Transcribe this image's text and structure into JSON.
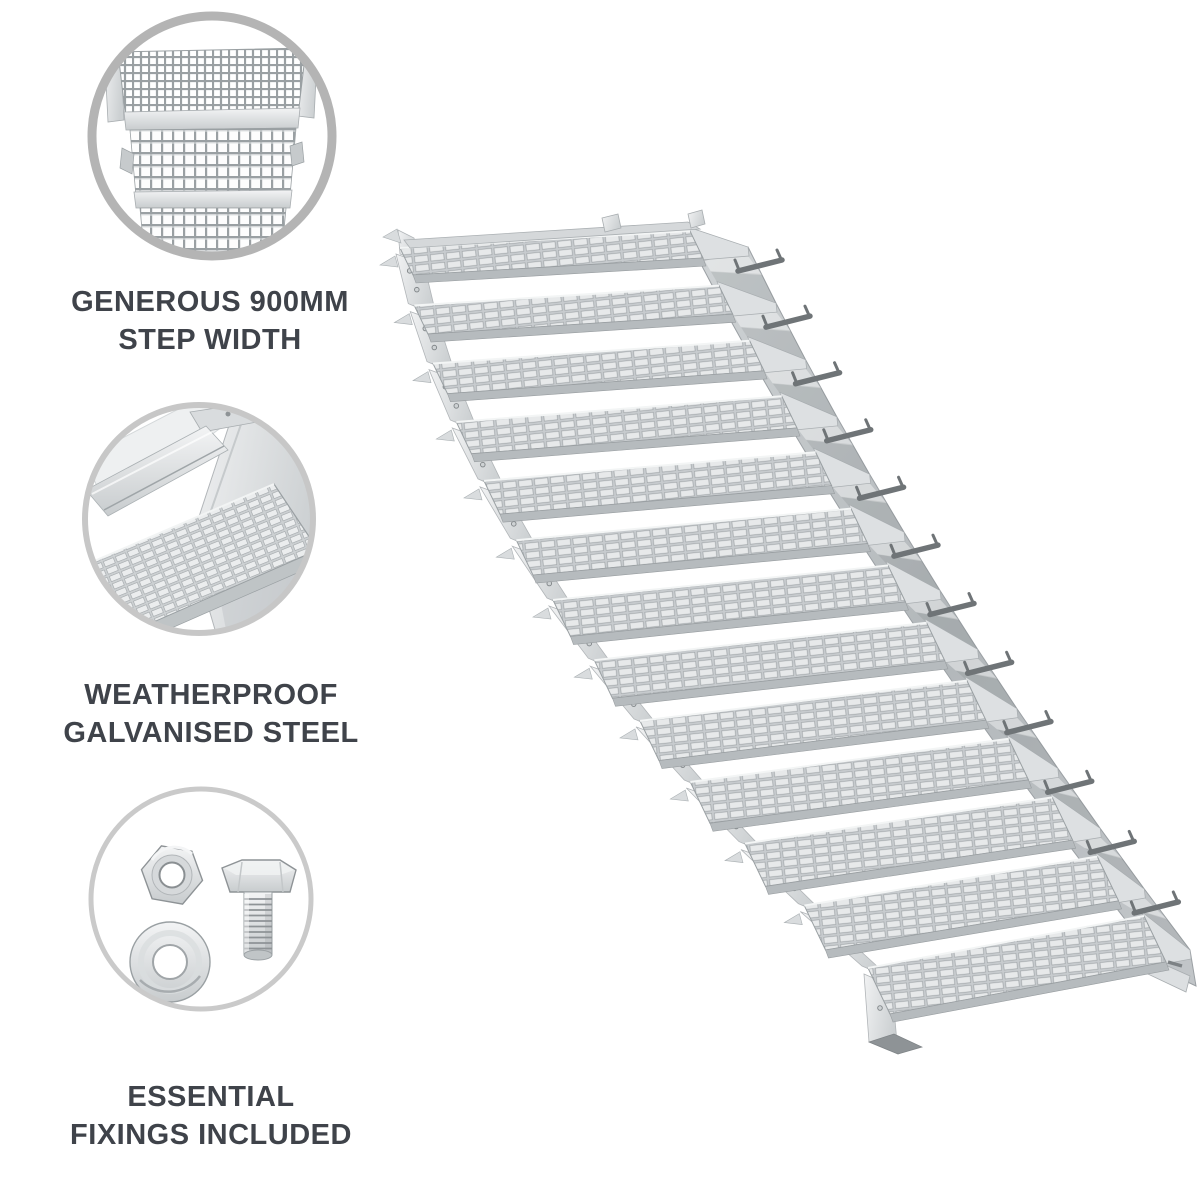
{
  "features": [
    {
      "name": "step-width",
      "line1": "GENEROUS 900MM",
      "line2": "STEP WIDTH",
      "photo": "mesh-steps-front-view"
    },
    {
      "name": "weatherproof",
      "line1": "WEATHERPROOF",
      "line2": "GALVANISED STEEL",
      "photo": "tread-stringer-closeup"
    },
    {
      "name": "fixings",
      "line1": "ESSENTIAL",
      "line2": "FIXINGS INCLUDED",
      "photo": "nut-bolt-washer"
    }
  ],
  "stair": {
    "steps": 13,
    "style": "open-riser galvanised steel staircase with mesh grating treads, descending to the lower right"
  },
  "colors": {
    "text": "#3f434a",
    "ring_thick": "#b4b4b4",
    "ring_thin": "#c9c9c9",
    "metal_light": "#f2f3f4",
    "metal_mid": "#ced2d4",
    "metal_dark": "#9aa0a3",
    "band": "#b3b8bb",
    "background": "#ffffff"
  }
}
